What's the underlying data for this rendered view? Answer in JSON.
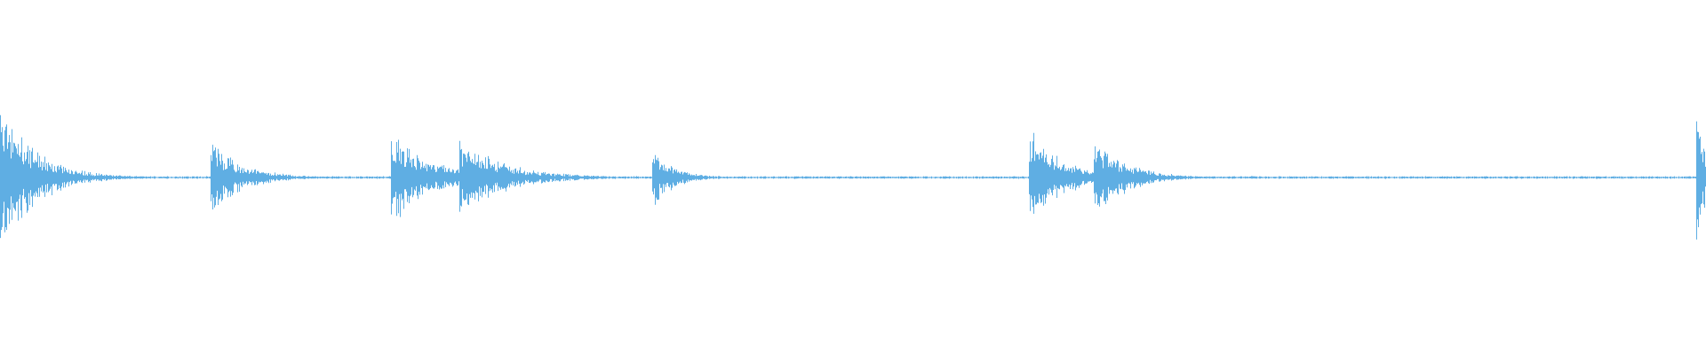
{
  "waveform": {
    "color": "#5faee3",
    "background": "#ffffff",
    "duration_fraction_markers": "none",
    "transients": [
      {
        "at": 0.0,
        "amplitude": 0.98,
        "decay": 0.02
      },
      {
        "at": 0.123,
        "amplitude": 0.48,
        "decay": 0.018
      },
      {
        "at": 0.229,
        "amplitude": 0.62,
        "decay": 0.022
      },
      {
        "at": 0.269,
        "amplitude": 0.5,
        "decay": 0.026
      },
      {
        "at": 0.382,
        "amplitude": 0.4,
        "decay": 0.012
      },
      {
        "at": 0.603,
        "amplitude": 0.64,
        "decay": 0.02
      },
      {
        "at": 0.641,
        "amplitude": 0.55,
        "decay": 0.018
      },
      {
        "at": 0.994,
        "amplitude": 1.0,
        "decay": 0.006
      }
    ],
    "noise_floor": 0.012
  }
}
